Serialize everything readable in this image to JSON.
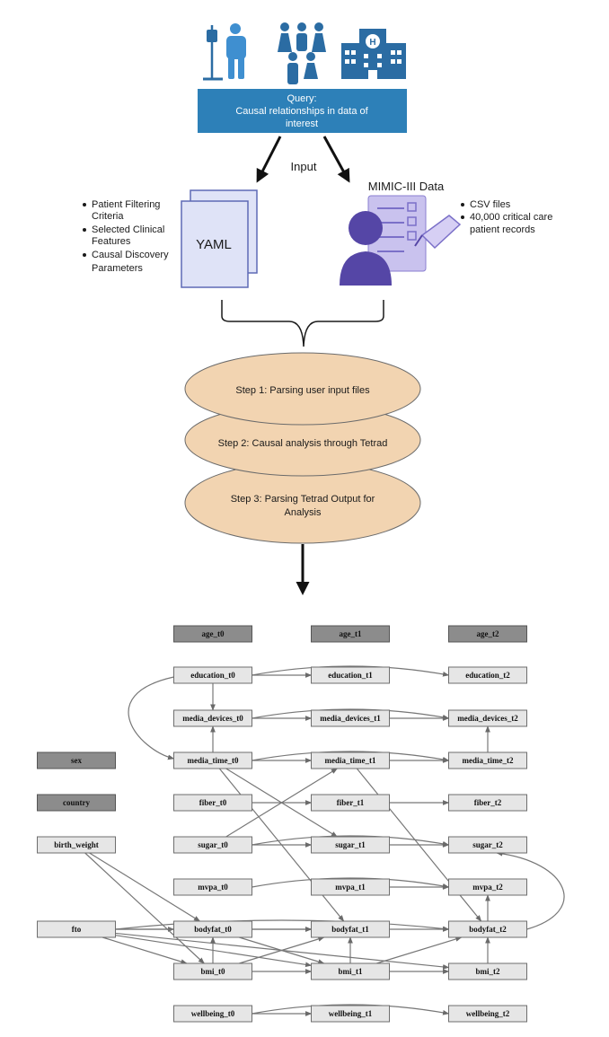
{
  "query": {
    "line1": "Query:",
    "line2": "Causal relationships in data of",
    "line3": "interest"
  },
  "input_label": "Input",
  "mimic_title": "MIMIC-III Data",
  "yaml_label": "YAML",
  "left_bullets": [
    [
      "Patient Filtering",
      "Criteria"
    ],
    [
      "Selected Clinical",
      "Features"
    ],
    [
      "Causal Discovery",
      "Parameters"
    ]
  ],
  "right_bullets": [
    [
      "CSV files"
    ],
    [
      "40,000 critical care",
      "patient records"
    ]
  ],
  "steps": [
    [
      "Step 1: Parsing user input files"
    ],
    [
      "Step 2: Causal analysis through Tetrad"
    ],
    [
      "Step 3: Parsing Tetrad Output for",
      "Analysis"
    ]
  ],
  "colors": {
    "query_fill": "#2d80b8",
    "icon_blue": "#2b6ca3",
    "icon_light_blue": "#3f8fd0",
    "step_fill": "#f2d4b1",
    "step_stroke": "#6b6b6b",
    "doc_fill": "#dfe3f7",
    "doc_stroke": "#5e6ab5",
    "person_fill": "#5546a6",
    "clipboard_fill": "#c9c2ee"
  },
  "graph": {
    "nodes": [
      {
        "id": "age_t0",
        "label": "age_t0",
        "style": "dark"
      },
      {
        "id": "age_t1",
        "label": "age_t1",
        "style": "dark"
      },
      {
        "id": "age_t2",
        "label": "age_t2",
        "style": "dark"
      },
      {
        "id": "education_t0",
        "label": "education_t0",
        "style": "light"
      },
      {
        "id": "education_t1",
        "label": "education_t1",
        "style": "light"
      },
      {
        "id": "education_t2",
        "label": "education_t2",
        "style": "light"
      },
      {
        "id": "media_devices_t0",
        "label": "media_devices_t0",
        "style": "light"
      },
      {
        "id": "media_devices_t1",
        "label": "media_devices_t1",
        "style": "light"
      },
      {
        "id": "media_devices_t2",
        "label": "media_devices_t2",
        "style": "light"
      },
      {
        "id": "sex",
        "label": "sex",
        "style": "dark"
      },
      {
        "id": "media_time_t0",
        "label": "media_time_t0",
        "style": "light"
      },
      {
        "id": "media_time_t1",
        "label": "media_time_t1",
        "style": "light"
      },
      {
        "id": "media_time_t2",
        "label": "media_time_t2",
        "style": "light"
      },
      {
        "id": "country",
        "label": "country",
        "style": "dark"
      },
      {
        "id": "fiber_t0",
        "label": "fiber_t0",
        "style": "light"
      },
      {
        "id": "fiber_t1",
        "label": "fiber_t1",
        "style": "light"
      },
      {
        "id": "fiber_t2",
        "label": "fiber_t2",
        "style": "light"
      },
      {
        "id": "birth_weight",
        "label": "birth_weight",
        "style": "light"
      },
      {
        "id": "sugar_t0",
        "label": "sugar_t0",
        "style": "light"
      },
      {
        "id": "sugar_t1",
        "label": "sugar_t1",
        "style": "light"
      },
      {
        "id": "sugar_t2",
        "label": "sugar_t2",
        "style": "light"
      },
      {
        "id": "mvpa_t0",
        "label": "mvpa_t0",
        "style": "light"
      },
      {
        "id": "mvpa_t1",
        "label": "mvpa_t1",
        "style": "light"
      },
      {
        "id": "mvpa_t2",
        "label": "mvpa_t2",
        "style": "light"
      },
      {
        "id": "fto",
        "label": "fto",
        "style": "light"
      },
      {
        "id": "bodyfat_t0",
        "label": "bodyfat_t0",
        "style": "light"
      },
      {
        "id": "bodyfat_t1",
        "label": "bodyfat_t1",
        "style": "light"
      },
      {
        "id": "bodyfat_t2",
        "label": "bodyfat_t2",
        "style": "light"
      },
      {
        "id": "bmi_t0",
        "label": "bmi_t0",
        "style": "light"
      },
      {
        "id": "bmi_t1",
        "label": "bmi_t1",
        "style": "light"
      },
      {
        "id": "bmi_t2",
        "label": "bmi_t2",
        "style": "light"
      },
      {
        "id": "wellbeing_t0",
        "label": "wellbeing_t0",
        "style": "light"
      },
      {
        "id": "wellbeing_t1",
        "label": "wellbeing_t1",
        "style": "light"
      },
      {
        "id": "wellbeing_t2",
        "label": "wellbeing_t2",
        "style": "light"
      }
    ],
    "edges": [
      {
        "from": "education_t0",
        "to": "education_t1"
      },
      {
        "from": "education_t0",
        "to": "education_t2",
        "curve": true
      },
      {
        "from": "education_t0",
        "to": "media_devices_t0"
      },
      {
        "from": "education_t0",
        "to": "media_time_t0",
        "loop": true
      },
      {
        "from": "media_devices_t0",
        "to": "media_devices_t1"
      },
      {
        "from": "media_devices_t0",
        "to": "media_devices_t2",
        "curve": true
      },
      {
        "from": "media_devices_t1",
        "to": "media_devices_t2"
      },
      {
        "from": "media_time_t2",
        "to": "media_devices_t2"
      },
      {
        "from": "media_time_t0",
        "to": "media_devices_t0"
      },
      {
        "from": "media_time_t0",
        "to": "media_time_t1"
      },
      {
        "from": "media_time_t0",
        "to": "media_time_t2",
        "curve": true
      },
      {
        "from": "media_time_t1",
        "to": "media_time_t2"
      },
      {
        "from": "media_time_t0",
        "to": "sugar_t1"
      },
      {
        "from": "media_time_t0",
        "to": "bodyfat_t1"
      },
      {
        "from": "media_time_t1",
        "to": "bodyfat_t2"
      },
      {
        "from": "fiber_t0",
        "to": "fiber_t1"
      },
      {
        "from": "fiber_t1",
        "to": "fiber_t2"
      },
      {
        "from": "sugar_t0",
        "to": "sugar_t1"
      },
      {
        "from": "sugar_t0",
        "to": "media_time_t1"
      },
      {
        "from": "sugar_t0",
        "to": "sugar_t2",
        "curve": true
      },
      {
        "from": "sugar_t1",
        "to": "sugar_t2"
      },
      {
        "from": "mvpa_t1",
        "to": "mvpa_t2"
      },
      {
        "from": "mvpa_t0",
        "to": "mvpa_t2",
        "curve": true
      },
      {
        "from": "bodyfat_t2",
        "to": "mvpa_t2"
      },
      {
        "from": "bodyfat_t2",
        "to": "sugar_t2",
        "loop": true
      },
      {
        "from": "birth_weight",
        "to": "bodyfat_t0"
      },
      {
        "from": "birth_weight",
        "to": "bmi_t0"
      },
      {
        "from": "fto",
        "to": "bodyfat_t0"
      },
      {
        "from": "fto",
        "to": "bmi_t0"
      },
      {
        "from": "fto",
        "to": "bodyfat_t1"
      },
      {
        "from": "fto",
        "to": "bmi_t1"
      },
      {
        "from": "fto",
        "to": "bodyfat_t2",
        "curve": true
      },
      {
        "from": "fto",
        "to": "bmi_t2"
      },
      {
        "from": "bodyfat_t0",
        "to": "bodyfat_t1"
      },
      {
        "from": "bodyfat_t0",
        "to": "bmi_t1"
      },
      {
        "from": "bmi_t0",
        "to": "bodyfat_t0"
      },
      {
        "from": "bmi_t0",
        "to": "bodyfat_t1"
      },
      {
        "from": "bmi_t0",
        "to": "bmi_t1"
      },
      {
        "from": "bodyfat_t1",
        "to": "bodyfat_t2"
      },
      {
        "from": "bmi_t1",
        "to": "bodyfat_t1"
      },
      {
        "from": "bmi_t1",
        "to": "bodyfat_t2"
      },
      {
        "from": "bmi_t1",
        "to": "bmi_t2"
      },
      {
        "from": "bmi_t2",
        "to": "bodyfat_t2"
      },
      {
        "from": "wellbeing_t0",
        "to": "wellbeing_t1"
      },
      {
        "from": "wellbeing_t0",
        "to": "wellbeing_t2",
        "curve": true
      }
    ]
  }
}
